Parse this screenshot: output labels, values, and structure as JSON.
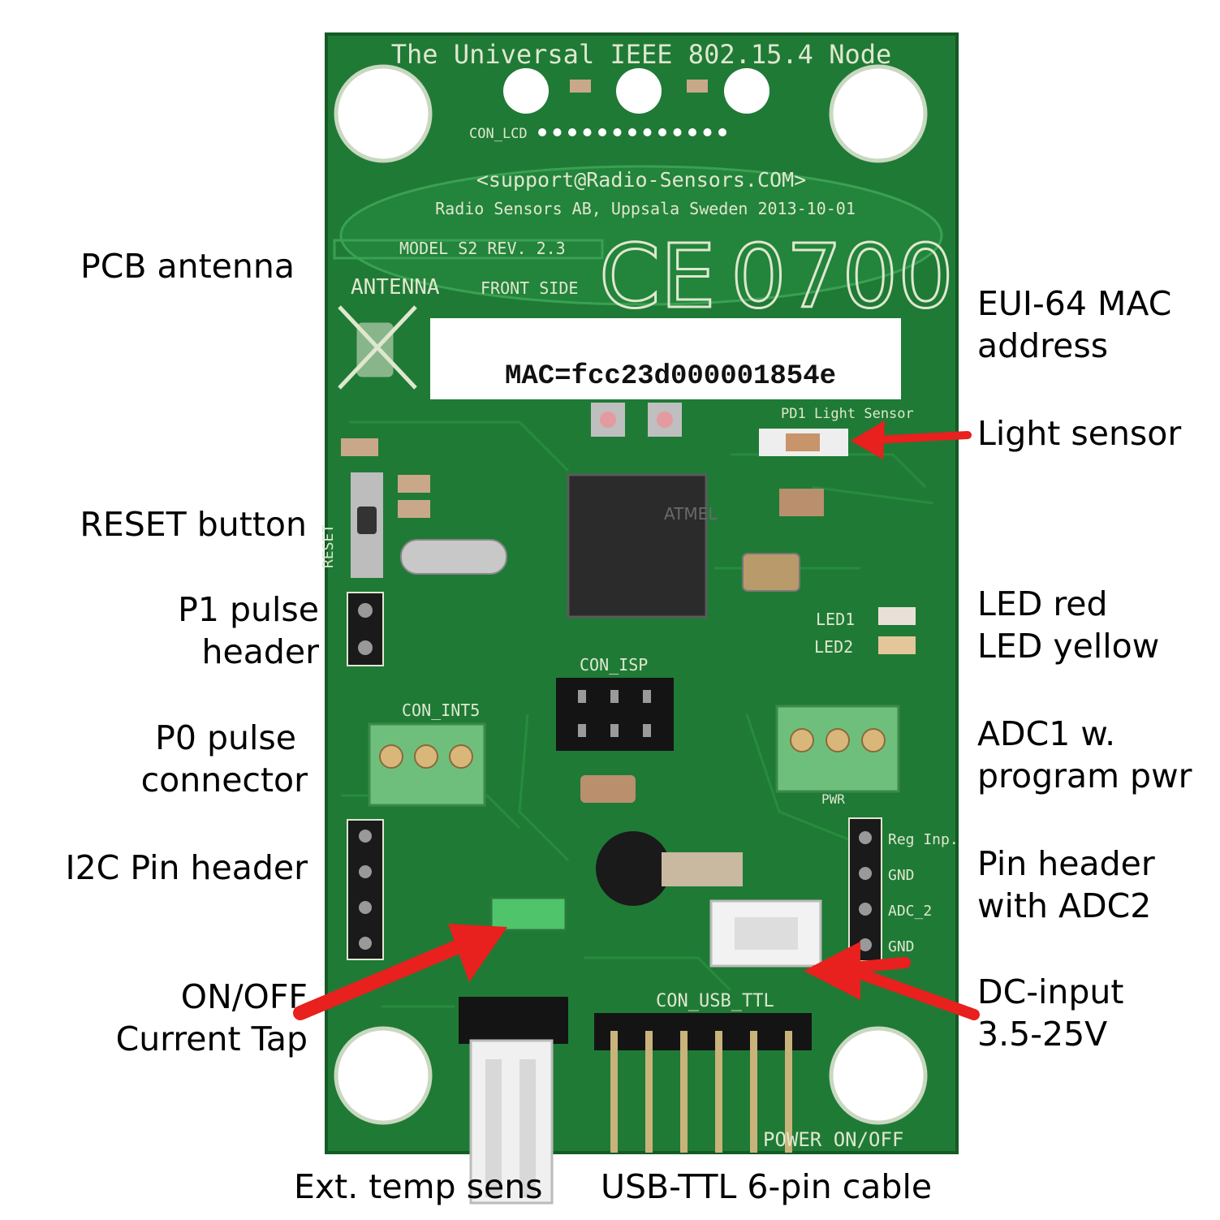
{
  "board": {
    "title_silkscreen": "The Universal IEEE 802.15.4 Node",
    "lcd_connector": "CON_LCD",
    "support_email": "<support@Radio-Sensors.COM>",
    "maker_line": "Radio Sensors AB, Uppsala Sweden 2013-10-01",
    "model_text": "MODEL S2 REV. 2.3",
    "antenna_text": "ANTENNA",
    "front_side_text": "FRONT SIDE",
    "ce_mark": "CE",
    "ce_number": "0700",
    "mac_text": "MAC=fcc23d000001854e",
    "mcu_text": "ATMEL",
    "light_sensor_silk": "PD1 Light Sensor",
    "led1_silk": "LED1",
    "led2_silk": "LED2",
    "con_isp": "CON_ISP",
    "con_int5": "CON_INT5",
    "con_usb_ttl": "CON_USB_TTL",
    "power_on_off": "POWER ON/OFF",
    "reset_silk": "RESET",
    "right_header_pins": [
      "Reg Inp.",
      "GND",
      "ADC_2",
      "GND"
    ],
    "pwr_silk": "PWR"
  },
  "labels_left": [
    {
      "id": "pcb-antenna",
      "lines": [
        "PCB antenna"
      ]
    },
    {
      "id": "reset-button",
      "lines": [
        "RESET button"
      ]
    },
    {
      "id": "p1-pulse-header",
      "lines": [
        "P1 pulse",
        "header"
      ]
    },
    {
      "id": "p0-pulse-connector",
      "lines": [
        "P0 pulse",
        "connector"
      ]
    },
    {
      "id": "i2c-pin-header",
      "lines": [
        "I2C Pin header"
      ]
    },
    {
      "id": "on-off-current-tap",
      "lines": [
        "ON/OFF",
        "Current Tap"
      ]
    }
  ],
  "labels_right": [
    {
      "id": "eui64-mac",
      "lines": [
        "EUI-64 MAC",
        "address"
      ]
    },
    {
      "id": "light-sensor",
      "lines": [
        "Light sensor"
      ]
    },
    {
      "id": "led-red-yellow",
      "lines": [
        "LED red",
        "LED yellow"
      ]
    },
    {
      "id": "adc1-program-pwr",
      "lines": [
        "ADC1 w.",
        "program pwr"
      ]
    },
    {
      "id": "pin-header-adc2",
      "lines": [
        "Pin header",
        "with ADC2"
      ]
    },
    {
      "id": "dc-input",
      "lines": [
        "DC-input",
        "3.5-25V"
      ]
    }
  ],
  "labels_bottom": [
    {
      "id": "ext-temp-sens",
      "lines": [
        "Ext. temp sens"
      ]
    },
    {
      "id": "usb-ttl-cable",
      "lines": [
        "USB-TTL 6-pin cable"
      ]
    }
  ],
  "colors": {
    "pcb": "#1f7a36",
    "pcb_dark": "#165e28",
    "silk": "#dfe7cf",
    "arrow": "#e8201e",
    "terminal": "#6fbf7c"
  }
}
